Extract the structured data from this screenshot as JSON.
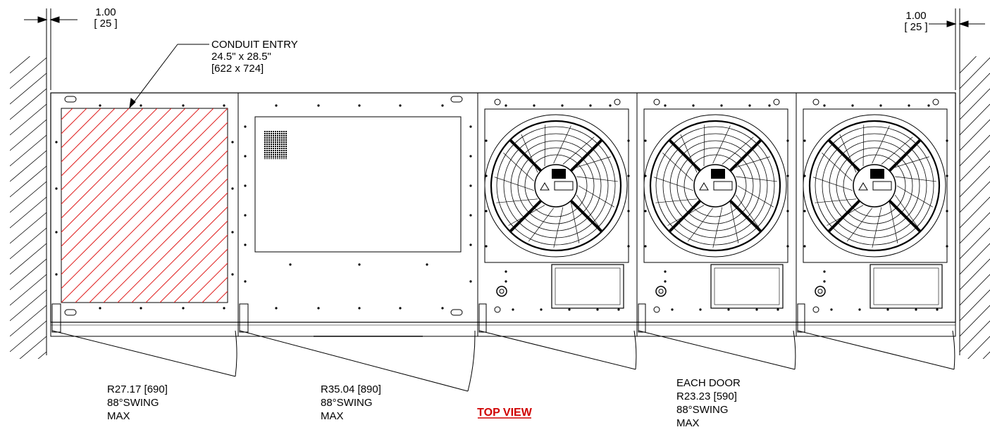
{
  "dimensions": {
    "left_in": "1.00",
    "left_mm": "[ 25 ]",
    "right_in": "1.00",
    "right_mm": "[ 25 ]"
  },
  "conduit_entry": {
    "title": "CONDUIT ENTRY",
    "size_in": "24.5\" x 28.5\"",
    "size_mm": "[622 x 724]"
  },
  "door_notes": [
    {
      "radius": "R27.17 [690]",
      "swing": "88°SWING",
      "max": "MAX"
    },
    {
      "radius": "R35.04 [890]",
      "swing": "88°SWING",
      "max": "MAX"
    },
    {
      "prefix": "EACH DOOR",
      "radius": "R23.23 [590]",
      "swing": "88°SWING",
      "max": "MAX"
    }
  ],
  "view_title": "TOP VIEW",
  "colors": {
    "line": "#000000",
    "hatch": "#e02020",
    "title": "#d00000"
  }
}
